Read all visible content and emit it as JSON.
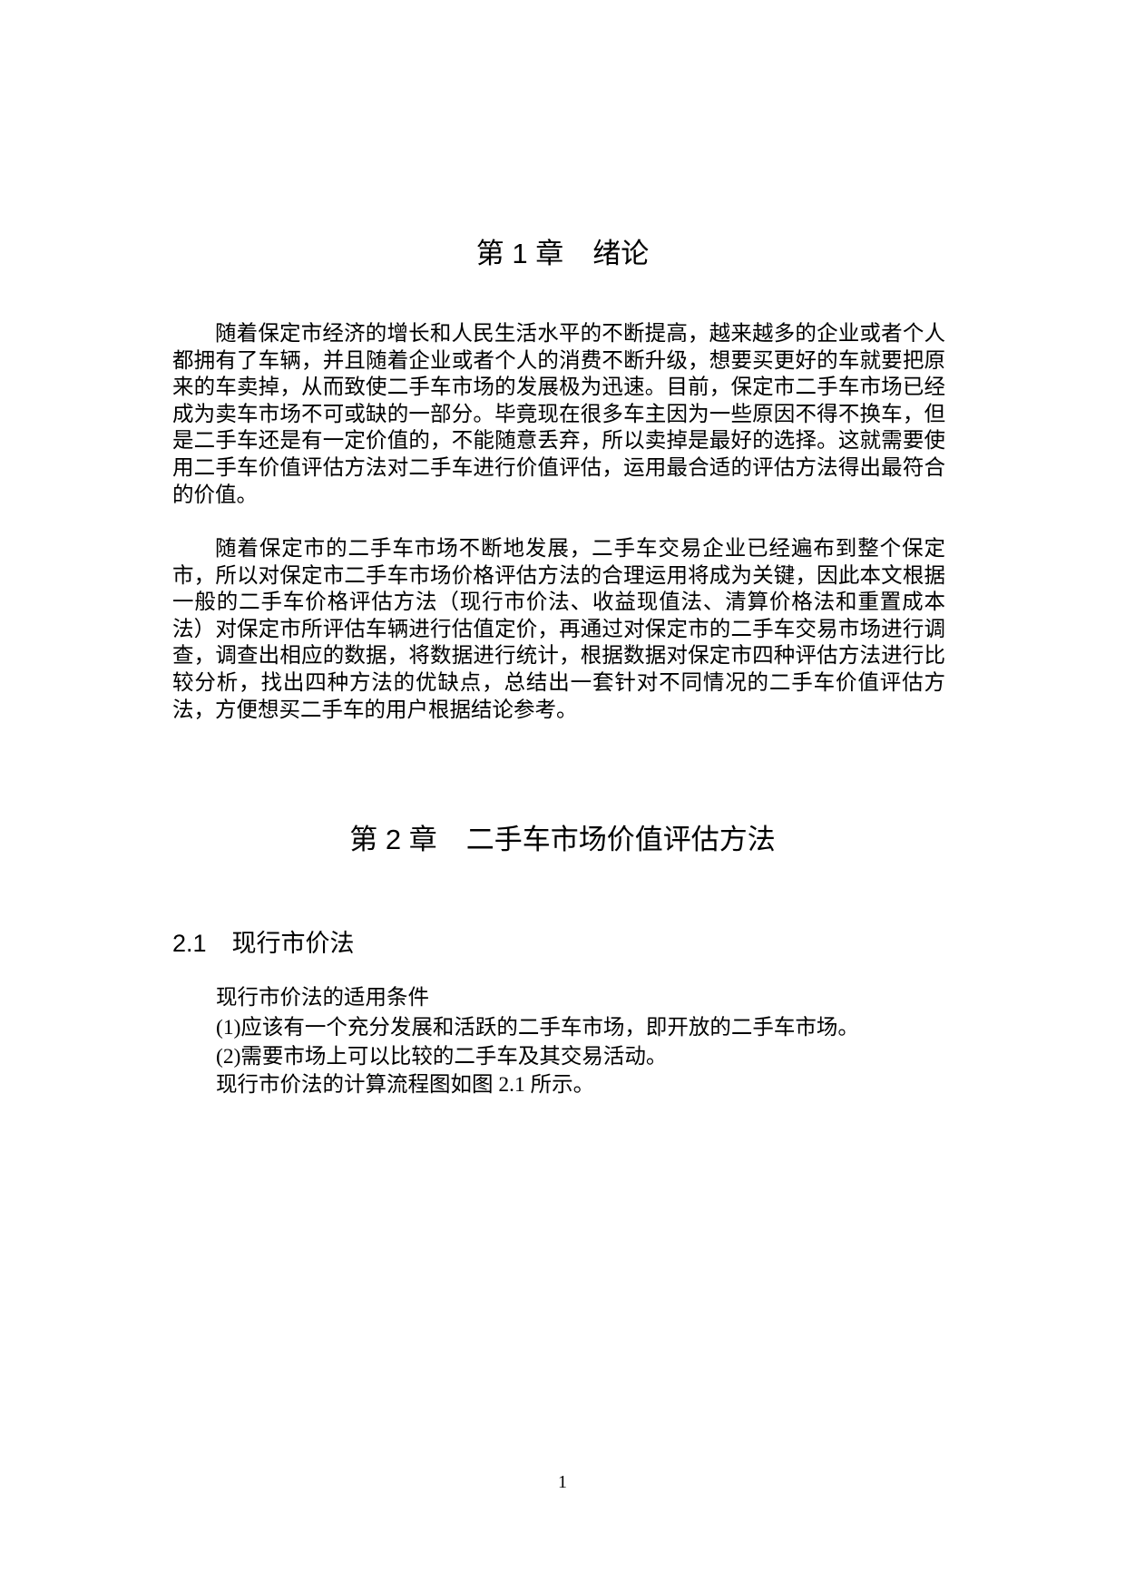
{
  "chapter1": {
    "number": "第 1 章",
    "title": "绪论"
  },
  "chapter1_paragraphs": [
    "随着保定市经济的增长和人民生活水平的不断提高，越来越多的企业或者个人都拥有了车辆，并且随着企业或者个人的消费不断升级，想要买更好的车就要把原来的车卖掉，从而致使二手车市场的发展极为迅速。目前，保定市二手车市场已经成为卖车市场不可或缺的一部分。毕竟现在很多车主因为一些原因不得不换车，但是二手车还是有一定价值的，不能随意丢弃，所以卖掉是最好的选择。这就需要使用二手车价值评估方法对二手车进行价值评估，运用最合适的评估方法得出最符合的价值。",
    "随着保定市的二手车市场不断地发展，二手车交易企业已经遍布到整个保定市，所以对保定市二手车市场价格评估方法的合理运用将成为关键，因此本文根据一般的二手车价格评估方法（现行市价法、收益现值法、清算价格法和重置成本法）对保定市所评估车辆进行估值定价，再通过对保定市的二手车交易市场进行调查，调查出相应的数据，将数据进行统计，根据数据对保定市四种评估方法进行比较分析，找出四种方法的优缺点，总结出一套针对不同情况的二手车价值评估方法，方便想买二手车的用户根据结论参考。"
  ],
  "chapter2": {
    "number": "第 2 章",
    "title": "二手车市场价值评估方法"
  },
  "section2_1": {
    "number": "2.1",
    "title": "现行市价法"
  },
  "section2_1_lines": [
    "现行市价法的适用条件",
    "(1)应该有一个充分发展和活跃的二手车市场，即开放的二手车市场。",
    "(2)需要市场上可以比较的二手车及其交易活动。",
    "现行市价法的计算流程图如图 2.1 所示。"
  ],
  "page_number": "1"
}
